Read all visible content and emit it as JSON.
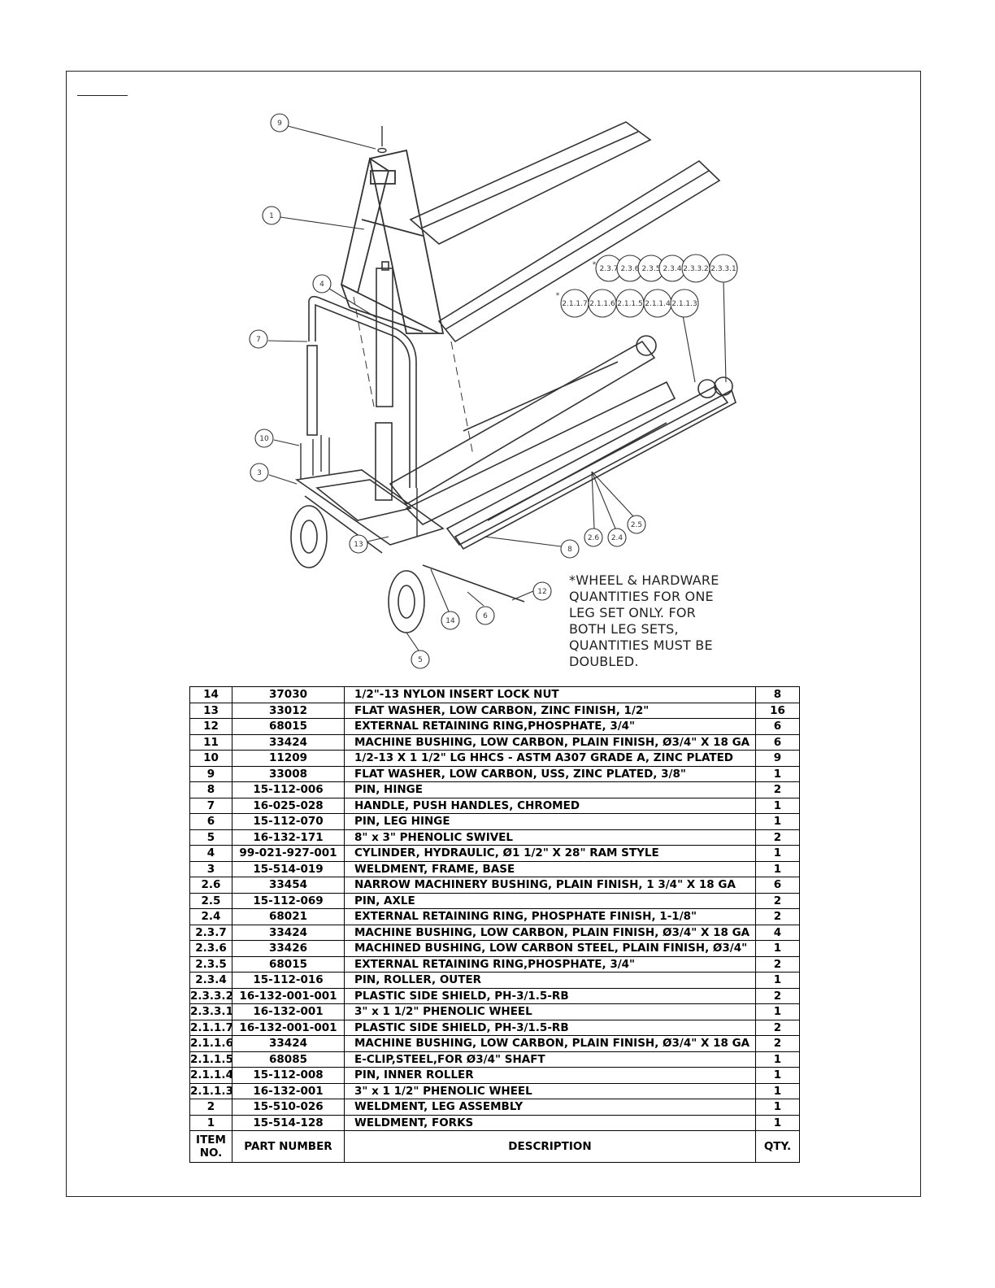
{
  "diagram": {
    "balloons": [
      {
        "id": "b9",
        "label": "9"
      },
      {
        "id": "b1",
        "label": "1"
      },
      {
        "id": "b4",
        "label": "4"
      },
      {
        "id": "b7",
        "label": "7"
      },
      {
        "id": "b10",
        "label": "10"
      },
      {
        "id": "b3",
        "label": "3"
      },
      {
        "id": "b13",
        "label": "13"
      },
      {
        "id": "b8",
        "label": "8"
      },
      {
        "id": "b2_6",
        "label": "2.6"
      },
      {
        "id": "b2_4",
        "label": "2.4"
      },
      {
        "id": "b2_5",
        "label": "2.5"
      },
      {
        "id": "b12",
        "label": "12"
      },
      {
        "id": "b6",
        "label": "6"
      },
      {
        "id": "b14",
        "label": "14"
      },
      {
        "id": "b5",
        "label": "5"
      },
      {
        "id": "b2_3_7",
        "label": "2.3.7"
      },
      {
        "id": "b2_3_6",
        "label": "2.3.6"
      },
      {
        "id": "b2_3_5",
        "label": "2.3.5"
      },
      {
        "id": "b2_3_4",
        "label": "2.3.4"
      },
      {
        "id": "b2_3_3_2",
        "label": "2.3.3.2"
      },
      {
        "id": "b2_3_3_1",
        "label": "2.3.3.1"
      },
      {
        "id": "b2_1_1_7",
        "label": "2.1.1.7"
      },
      {
        "id": "b2_1_1_6",
        "label": "2.1.1.6"
      },
      {
        "id": "b2_1_1_5",
        "label": "2.1.1.5"
      },
      {
        "id": "b2_1_1_4",
        "label": "2.1.1.4"
      },
      {
        "id": "b2_1_1_3",
        "label": "2.1.1.3"
      }
    ],
    "asterisk": "*",
    "note_lines": [
      "*WHEEL & HARDWARE",
      "QUANTITIES FOR ONE",
      "LEG SET ONLY. FOR",
      "BOTH LEG SETS,",
      "QUANTITIES MUST BE",
      "DOUBLED."
    ]
  },
  "bom": {
    "header": {
      "item": "ITEM NO.",
      "item_l1": "ITEM",
      "item_l2": "NO.",
      "part": "PART NUMBER",
      "desc": "DESCRIPTION",
      "qty": "QTY."
    },
    "rows": [
      {
        "item": "14",
        "part": "37030",
        "desc": "1/2\"-13 NYLON INSERT LOCK NUT",
        "qty": "8"
      },
      {
        "item": "13",
        "part": "33012",
        "desc": "FLAT WASHER, LOW CARBON, ZINC FINISH, 1/2\"",
        "qty": "16"
      },
      {
        "item": "12",
        "part": "68015",
        "desc": "EXTERNAL RETAINING RING,PHOSPHATE, 3/4\"",
        "qty": "6"
      },
      {
        "item": "11",
        "part": "33424",
        "desc": "MACHINE BUSHING, LOW CARBON, PLAIN FINISH, Ø3/4\" X 18 GA",
        "qty": "6"
      },
      {
        "item": "10",
        "part": "11209",
        "desc": "1/2-13 X 1 1/2\" LG HHCS - ASTM A307 GRADE A, ZINC PLATED",
        "qty": "9"
      },
      {
        "item": "9",
        "part": "33008",
        "desc": "FLAT WASHER, LOW CARBON, USS, ZINC PLATED, 3/8\"",
        "qty": "1"
      },
      {
        "item": "8",
        "part": "15-112-006",
        "desc": "PIN, HINGE",
        "qty": "2"
      },
      {
        "item": "7",
        "part": "16-025-028",
        "desc": "HANDLE, PUSH HANDLES, CHROMED",
        "qty": "1"
      },
      {
        "item": "6",
        "part": "15-112-070",
        "desc": "PIN, LEG HINGE",
        "qty": "1"
      },
      {
        "item": "5",
        "part": "16-132-171",
        "desc": "8\" x 3\" PHENOLIC SWIVEL",
        "qty": "2"
      },
      {
        "item": "4",
        "part": "99-021-927-001",
        "desc": "CYLINDER, HYDRAULIC, Ø1 1/2\" X 28\" RAM STYLE",
        "qty": "1"
      },
      {
        "item": "3",
        "part": "15-514-019",
        "desc": "WELDMENT, FRAME, BASE",
        "qty": "1"
      },
      {
        "item": "2.6",
        "part": "33454",
        "desc": "NARROW MACHINERY BUSHING, PLAIN FINISH, 1 3/4\"  X 18 GA",
        "qty": "6"
      },
      {
        "item": "2.5",
        "part": "15-112-069",
        "desc": "PIN, AXLE",
        "qty": "2"
      },
      {
        "item": "2.4",
        "part": "68021",
        "desc": "EXTERNAL RETAINING RING, PHOSPHATE FINISH, 1-1/8\"",
        "qty": "2"
      },
      {
        "item": "2.3.7",
        "part": "33424",
        "desc": "MACHINE BUSHING, LOW CARBON, PLAIN FINISH, Ø3/4\" X 18 GA",
        "qty": "4"
      },
      {
        "item": "2.3.6",
        "part": "33426",
        "desc": "MACHINED BUSHING, LOW CARBON STEEL, PLAIN FINISH, Ø3/4\"",
        "qty": "1"
      },
      {
        "item": "2.3.5",
        "part": "68015",
        "desc": "EXTERNAL RETAINING RING,PHOSPHATE, 3/4\"",
        "qty": "2"
      },
      {
        "item": "2.3.4",
        "part": "15-112-016",
        "desc": "PIN, ROLLER, OUTER",
        "qty": "1"
      },
      {
        "item": "2.3.3.2",
        "part": "16-132-001-001",
        "desc": "PLASTIC SIDE SHIELD, PH-3/1.5-RB",
        "qty": "2"
      },
      {
        "item": "2.3.3.1",
        "part": "16-132-001",
        "desc": "3\" x 1 1/2\" PHENOLIC WHEEL",
        "qty": "1"
      },
      {
        "item": "2.1.1.7",
        "part": "16-132-001-001",
        "desc": "PLASTIC SIDE SHIELD, PH-3/1.5-RB",
        "qty": "2"
      },
      {
        "item": "2.1.1.6",
        "part": "33424",
        "desc": "MACHINE BUSHING, LOW CARBON, PLAIN FINISH, Ø3/4\" X 18 GA",
        "qty": "2"
      },
      {
        "item": "2.1.1.5",
        "part": "68085",
        "desc": "E-CLIP,STEEL,FOR Ø3/4\" SHAFT",
        "qty": "1"
      },
      {
        "item": "2.1.1.4",
        "part": "15-112-008",
        "desc": "PIN, INNER ROLLER",
        "qty": "1"
      },
      {
        "item": "2.1.1.3",
        "part": "16-132-001",
        "desc": "3\" x 1 1/2\" PHENOLIC WHEEL",
        "qty": "1"
      },
      {
        "item": "2",
        "part": "15-510-026",
        "desc": "WELDMENT, LEG ASSEMBLY",
        "qty": "1"
      },
      {
        "item": "1",
        "part": "15-514-128",
        "desc": "WELDMENT, FORKS",
        "qty": "1"
      }
    ]
  }
}
